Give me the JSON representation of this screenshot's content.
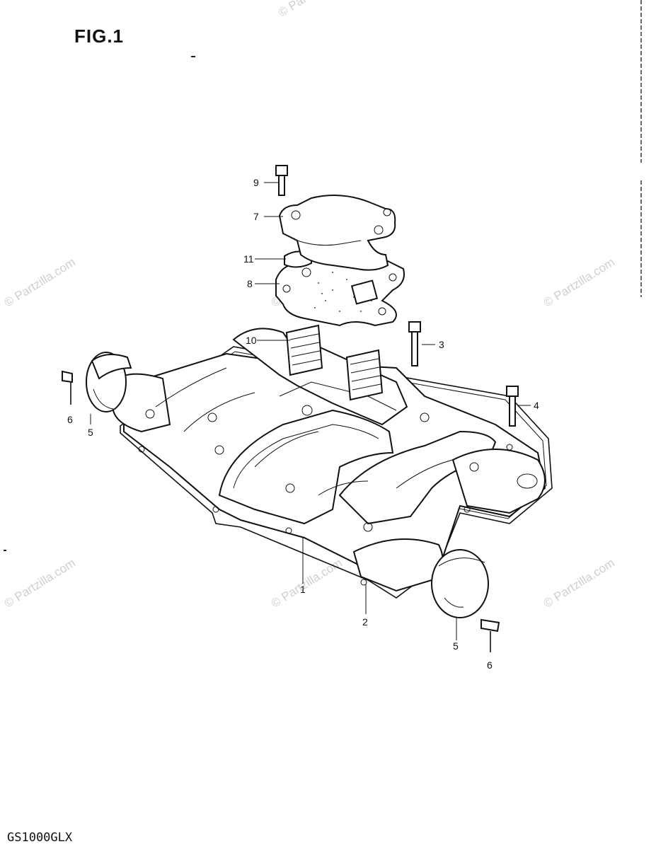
{
  "figure": {
    "title": "FIG.1",
    "model": "GS1000GLX"
  },
  "watermarks": [
    "© Partzilla.com",
    "© Partzilla.com",
    "© Partzilla.com",
    "© Partzilla.com",
    "© Partzilla.com",
    "© Partzilla.com",
    "© Partzilla.com"
  ],
  "callouts": [
    "9",
    "7",
    "11",
    "8",
    "10",
    "3",
    "4",
    "6",
    "5",
    "1",
    "2",
    "5",
    "6"
  ]
}
